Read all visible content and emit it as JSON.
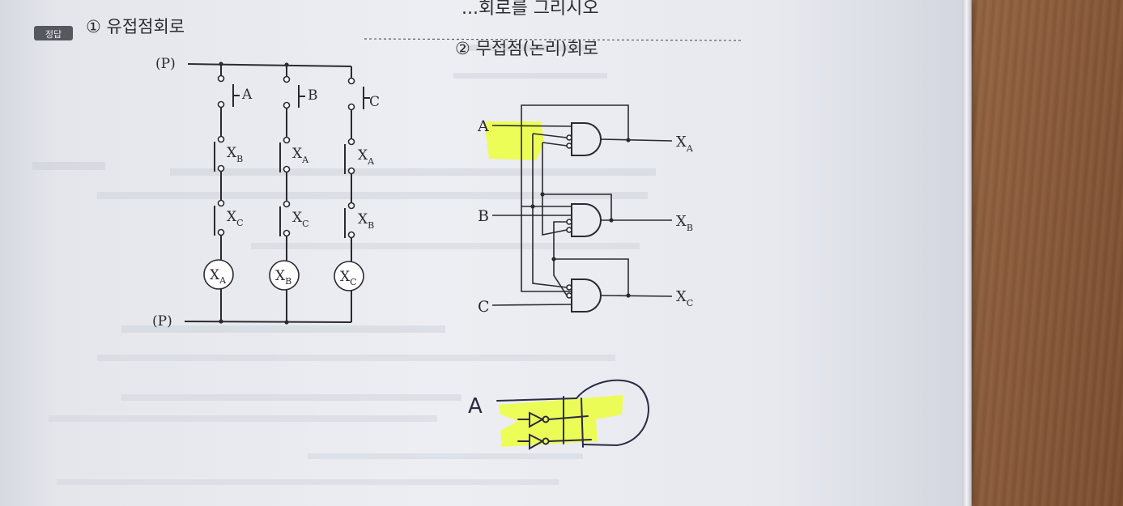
{
  "header": {
    "top_title": "...회로를 그리시오",
    "badge_label": "정답"
  },
  "section1": {
    "title": "① 유접점회로",
    "power_top": "(P)",
    "power_bottom": "(P)",
    "columns": [
      {
        "button": "A",
        "contact1": {
          "main": "X",
          "sub": "B"
        },
        "contact2": {
          "main": "X",
          "sub": "C"
        },
        "relay": {
          "main": "X",
          "sub": "A"
        }
      },
      {
        "button": "B",
        "contact1": {
          "main": "X",
          "sub": "A"
        },
        "contact2": {
          "main": "X",
          "sub": "C"
        },
        "relay": {
          "main": "X",
          "sub": "B"
        }
      },
      {
        "button": "C",
        "contact1": {
          "main": "X",
          "sub": "A"
        },
        "contact2": {
          "main": "X",
          "sub": "B"
        },
        "relay": {
          "main": "X",
          "sub": "C"
        }
      }
    ]
  },
  "section2": {
    "title": "② 무접점(논리)회로",
    "inputs": [
      "A",
      "B",
      "C"
    ],
    "outputs": [
      {
        "main": "X",
        "sub": "A"
      },
      {
        "main": "X",
        "sub": "B"
      },
      {
        "main": "X",
        "sub": "C"
      }
    ]
  },
  "handwritten": {
    "label": "A"
  },
  "colors": {
    "highlight": "#ecff3c",
    "ink": "#2a2a30",
    "pen": "#2c2a44",
    "paper": "#eceef3"
  }
}
